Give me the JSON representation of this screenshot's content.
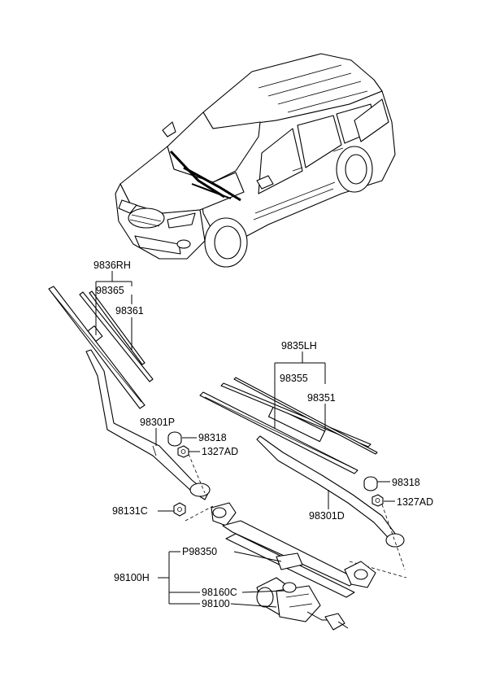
{
  "labels": {
    "rh_assembly": "9836RH",
    "rh_blade_refill": "98365",
    "rh_blade": "98361",
    "lh_assembly": "9835LH",
    "lh_blade_refill": "98355",
    "lh_blade": "98351",
    "arm_rh": "98301P",
    "cap_upper": "98318",
    "nut_upper": "1327AD",
    "cap_lower": "98318",
    "nut_lower": "1327AD",
    "arm_lh": "98301D",
    "pivot_bolt": "98131C",
    "linkage": "P98350",
    "motor_assembly": "98100H",
    "crank": "98160C",
    "motor": "98100"
  }
}
